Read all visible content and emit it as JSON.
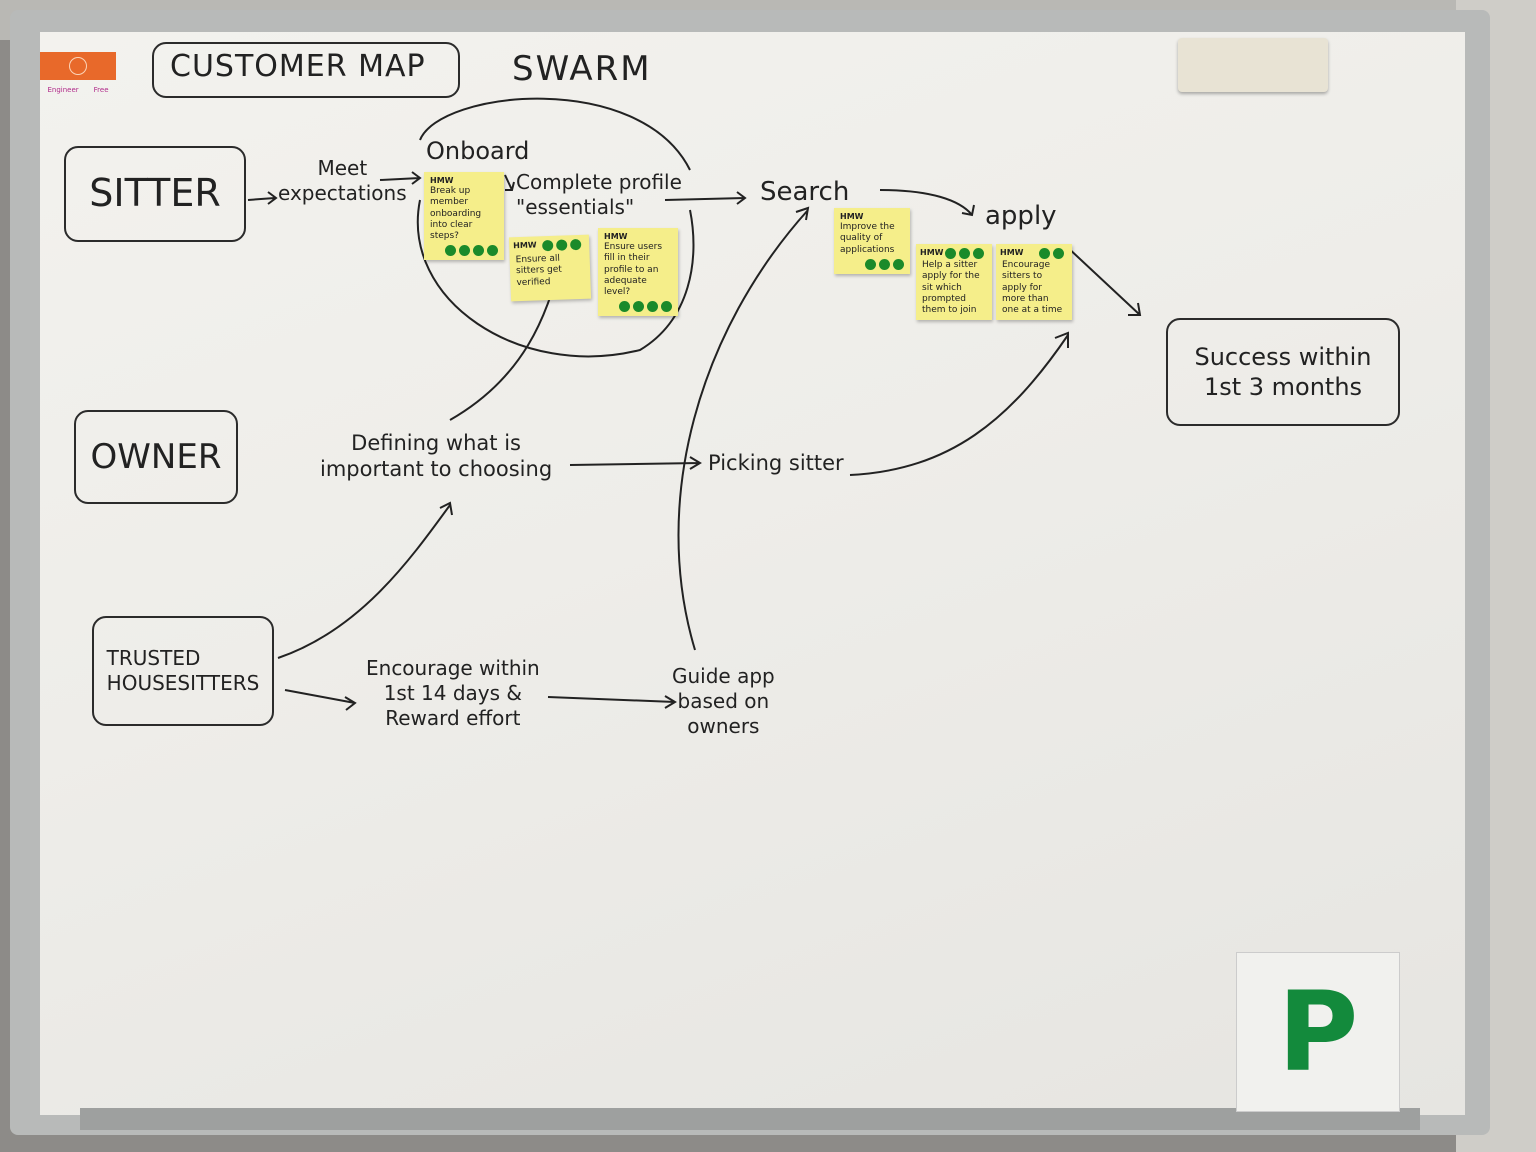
{
  "title": "CUSTOMER MAP",
  "subtitle": "SWARM",
  "tag": {
    "left": "Engineer",
    "right": "Free",
    "color": "#e8692a"
  },
  "personas": {
    "sitter": "SITTER",
    "owner": "OWNER",
    "trusted": "TRUSTED\nHOUSESITTERS"
  },
  "steps": {
    "meet": "Meet\nexpectations",
    "onboard": "Onboard",
    "complete_profile": "Complete profile\n\"essentials\"",
    "search": "Search",
    "apply": "apply",
    "success": "Success within\n1st 3 months",
    "defining": "Defining what is\nimportant to choosing",
    "picking": "Picking sitter",
    "encourage": "Encourage within\n1st 14 days &\nReward effort",
    "guide": "Guide app\nbased on\nowners"
  },
  "stickies": [
    {
      "hmw": "HMW",
      "text": "Break up member onboarding into clear steps?",
      "votes": 4
    },
    {
      "hmw": "HMW",
      "text": "Ensure all sitters get verified",
      "votes": 3
    },
    {
      "hmw": "HMW",
      "text": "Ensure users fill in their profile to an adequate level?",
      "votes": 4
    },
    {
      "hmw": "HMW",
      "text": "Improve the quality of applications",
      "votes": 3
    },
    {
      "hmw": "HMW",
      "text": "Help a sitter apply for the sit which prompted them to join",
      "votes": 3
    },
    {
      "hmw": "HMW",
      "text": "Encourage sitters to apply for more than one at a time",
      "votes": 2
    }
  ],
  "sign": "P",
  "colors": {
    "sticky": "#f5ee8a",
    "vote_dot": "#1a8a2a",
    "sign_letter": "#138a3c"
  }
}
